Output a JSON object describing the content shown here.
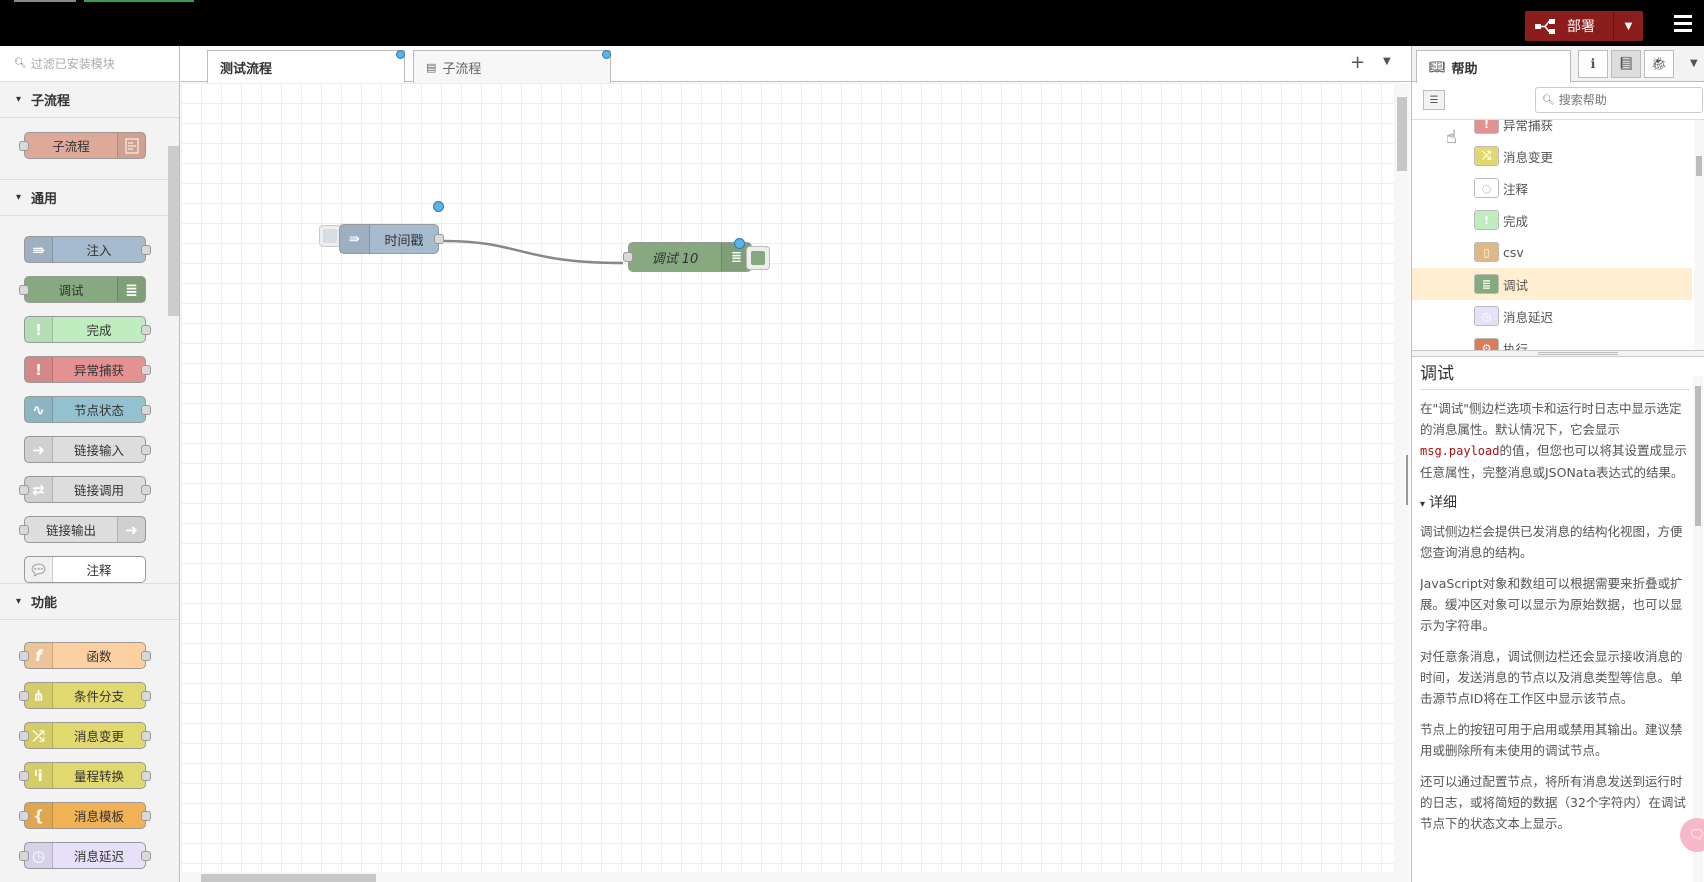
{
  "header": {
    "deploy_label": "部署",
    "colors": {
      "deploy": "#8c1d1d",
      "topbar": "#000000"
    }
  },
  "palette": {
    "search_placeholder": "过滤已安装模块",
    "categories": [
      {
        "name": "子流程",
        "nodes": [
          {
            "label": "子流程",
            "color": "#ddaa99",
            "icon": "subflow-icon"
          }
        ]
      },
      {
        "name": "通用",
        "nodes": [
          {
            "label": "注入",
            "color": "#a6bbcf",
            "icon": "inject-icon"
          },
          {
            "label": "调试",
            "color": "#87a980",
            "icon": "debug-icon"
          },
          {
            "label": "完成",
            "color": "#c0edc0",
            "icon": "complete-icon"
          },
          {
            "label": "异常捕获",
            "color": "#e49191",
            "icon": "catch-icon"
          },
          {
            "label": "节点状态",
            "color": "#94c1d0",
            "icon": "status-icon"
          },
          {
            "label": "链接输入",
            "color": "#dddddd",
            "icon": "link-in-icon"
          },
          {
            "label": "链接调用",
            "color": "#dddddd",
            "icon": "link-call-icon"
          },
          {
            "label": "链接输出",
            "color": "#dddddd",
            "icon": "link-out-icon"
          },
          {
            "label": "注释",
            "color": "#ffffff",
            "icon": "comment-icon"
          }
        ]
      },
      {
        "name": "功能",
        "nodes": [
          {
            "label": "函数",
            "color": "#fdd0a2",
            "icon": "function-icon"
          },
          {
            "label": "条件分支",
            "color": "#e2d96e",
            "icon": "switch-icon"
          },
          {
            "label": "消息变更",
            "color": "#e2d96e",
            "icon": "change-icon"
          },
          {
            "label": "量程转换",
            "color": "#e2d96e",
            "icon": "range-icon"
          },
          {
            "label": "消息模板",
            "color": "#f0b254",
            "icon": "template-icon"
          },
          {
            "label": "消息延迟",
            "color": "#e6e0f8",
            "icon": "delay-icon"
          }
        ]
      }
    ]
  },
  "workspace": {
    "tabs": [
      {
        "label": "测试流程",
        "active": true
      },
      {
        "label": "子流程",
        "active": false
      }
    ],
    "nodes": [
      {
        "label": "时间戳",
        "type": "inject"
      },
      {
        "label": "调试 10",
        "type": "debug"
      }
    ]
  },
  "sidebar": {
    "tab_label": "帮助",
    "search_placeholder": "搜索帮助",
    "list": [
      {
        "label": "异常捕获",
        "color": "#e49191"
      },
      {
        "label": "消息变更",
        "color": "#e2d96e"
      },
      {
        "label": "注释",
        "color": "#ffffff"
      },
      {
        "label": "完成",
        "color": "#c0edc0"
      },
      {
        "label": "csv",
        "color": "#deb887"
      },
      {
        "label": "调试",
        "color": "#87a980",
        "selected": true
      },
      {
        "label": "消息延迟",
        "color": "#e6e0f8"
      },
      {
        "label": "执行",
        "color": "#d97d5b"
      }
    ],
    "help": {
      "title": "调试",
      "p1_a": "在\"调试\"侧边栏选项卡和运行时日志中显示选定的消息属性。默认情况下，它会显示",
      "p1_code": "msg.payload",
      "p1_b": "的值，但您也可以将其设置成显示任意属性，完整消息或JSONata表达式的结果。",
      "details_label": "详细",
      "p2": "调试侧边栏会提供已发消息的结构化视图，方便您查询消息的结构。",
      "p3": "JavaScript对象和数组可以根据需要来折叠或扩展。缓冲区对象可以显示为原始数据，也可以显示为字符串。",
      "p4": "对任意条消息，调试侧边栏还会显示接收消息的时间，发送消息的节点以及消息类型等信息。单击源节点ID将在工作区中显示该节点。",
      "p5": "节点上的按钮可用于启用或禁用其输出。建议禁用或删除所有未使用的调试节点。",
      "p6": "还可以通过配置节点，将所有消息发送到运行时的日志，或将简短的数据（32个字符内）在调试节点下的状态文本上显示。"
    }
  }
}
